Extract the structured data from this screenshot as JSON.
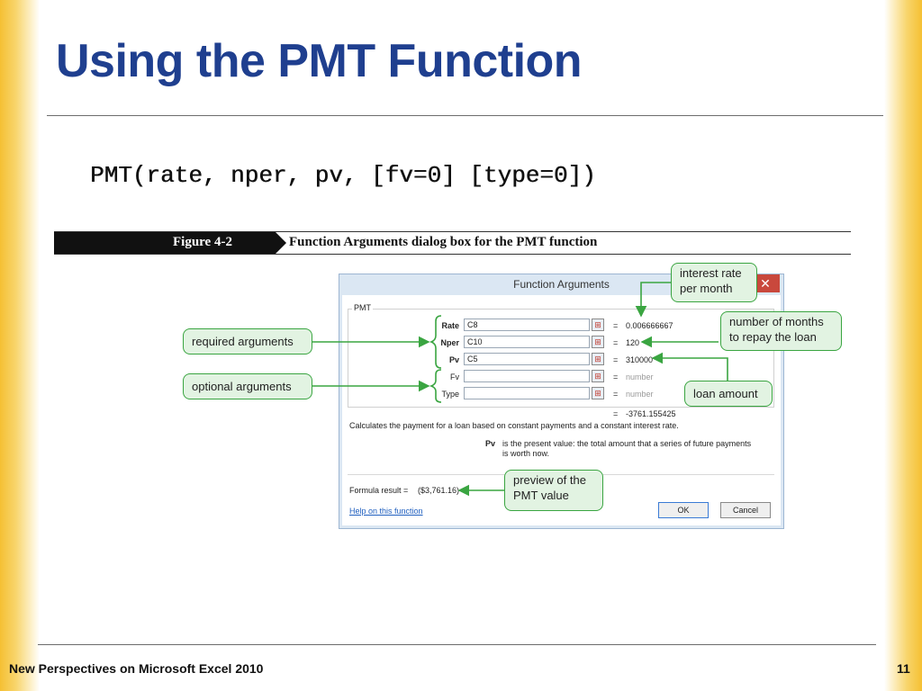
{
  "slide": {
    "title": "Using the PMT Function",
    "syntax": "PMT(rate, nper, pv, [fv=0] [type=0])",
    "footer": "New Perspectives on Microsoft Excel 2010",
    "page_number": "11"
  },
  "figure": {
    "label": "Figure 4-2",
    "caption": "Function Arguments dialog box for the PMT function"
  },
  "dialog": {
    "title": "Function Arguments",
    "close_glyph": "✕",
    "group_label": "PMT",
    "args": [
      {
        "name": "Rate",
        "value": "C8",
        "result": "0.006666667"
      },
      {
        "name": "Nper",
        "value": "C10",
        "result": "120"
      },
      {
        "name": "Pv",
        "value": "C5",
        "result": "310000"
      },
      {
        "name": "Fv",
        "value": "",
        "result": "number"
      },
      {
        "name": "Type",
        "value": "",
        "result": "number"
      }
    ],
    "eq_sign": "=",
    "total_result": "-3761.155425",
    "description": "Calculates the payment for a loan based on constant payments and a constant interest rate.",
    "param_name": "Pv",
    "param_desc_1": "is the present value: the total amount that a series of future payments",
    "param_desc_2": "is worth now.",
    "formula_result_label": "Formula result =",
    "formula_result_value": "($3,761.16)",
    "help_link": "Help on this function",
    "ok_label": "OK",
    "cancel_label": "Cancel",
    "ref_icon": "ref-edit-icon"
  },
  "callouts": {
    "interest_rate": [
      "interest rate",
      "per month"
    ],
    "months": [
      "number of months",
      "to repay the loan"
    ],
    "required": "required arguments",
    "optional": "optional arguments",
    "loan_amount": "loan amount",
    "preview": [
      "preview of the",
      "PMT value"
    ]
  },
  "colors": {
    "title": "#1f3f8f",
    "callout_border": "#3aa541",
    "callout_fill": "#e2f3e2",
    "accent_band": "#f5c033"
  }
}
